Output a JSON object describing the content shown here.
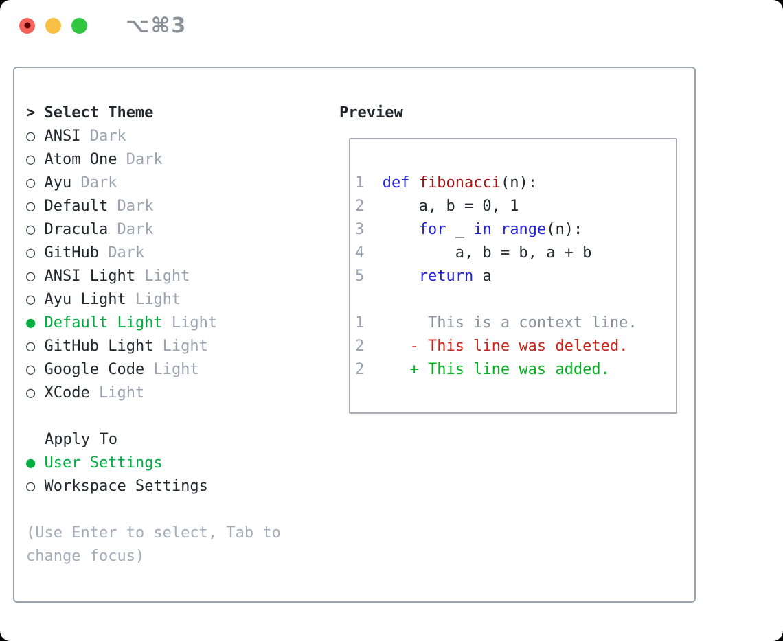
{
  "titlebar": {
    "shortcut_label": "⌥⌘3"
  },
  "colors": {
    "page_bg": "#000000",
    "window_bg": "#ffffff",
    "text_dark": "#23282e",
    "muted": "#9aa4b0",
    "help": "#a4adb8",
    "radio_gray": "#3f474f",
    "border": "#99a3ae",
    "preview_border": "#a7aeb8",
    "green": "#00ad3f",
    "keyword_blue": "#2424dd",
    "function_red": "#a31414",
    "diff_red": "#c9271a",
    "diff_green": "#02b31f",
    "line_number": "#9aa4b0",
    "context_gray": "#8a929b",
    "traffic_red": "#f4615b",
    "traffic_red_dot": "#650400",
    "traffic_yellow": "#f7bf43",
    "traffic_green": "#30c640",
    "shortcut_gray": "#8b9198"
  },
  "glyphs": {
    "header_caret": ">",
    "radio_on": "●",
    "radio_off": "○"
  },
  "theme_list": {
    "header": "Select Theme",
    "items": [
      {
        "name": "ANSI",
        "tag": "Dark",
        "selected": false
      },
      {
        "name": "Atom One",
        "tag": "Dark",
        "selected": false
      },
      {
        "name": "Ayu",
        "tag": "Dark",
        "selected": false
      },
      {
        "name": "Default",
        "tag": "Dark",
        "selected": false
      },
      {
        "name": "Dracula",
        "tag": "Dark",
        "selected": false
      },
      {
        "name": "GitHub",
        "tag": "Dark",
        "selected": false
      },
      {
        "name": "ANSI Light",
        "tag": "Light",
        "selected": false
      },
      {
        "name": "Ayu Light",
        "tag": "Light",
        "selected": false
      },
      {
        "name": "Default Light",
        "tag": "Light",
        "selected": true
      },
      {
        "name": "GitHub Light",
        "tag": "Light",
        "selected": false
      },
      {
        "name": "Google Code",
        "tag": "Light",
        "selected": false
      },
      {
        "name": "XCode",
        "tag": "Light",
        "selected": false
      }
    ]
  },
  "apply_to": {
    "header": "Apply To",
    "options": [
      {
        "label": "User Settings",
        "selected": true
      },
      {
        "label": "Workspace Settings",
        "selected": false
      }
    ]
  },
  "help": {
    "text": "(Use Enter to select, Tab to change focus)"
  },
  "preview": {
    "header": "Preview",
    "code_lines": [
      {
        "kind": "code",
        "num": "1",
        "tokens": [
          [
            "kw",
            "def"
          ],
          [
            "pl",
            " "
          ],
          [
            "fn",
            "fibonacci"
          ],
          [
            "pl",
            "(n):"
          ]
        ]
      },
      {
        "kind": "code",
        "num": "2",
        "tokens": [
          [
            "pl",
            "    a, b = 0, 1"
          ]
        ]
      },
      {
        "kind": "code",
        "num": "3",
        "tokens": [
          [
            "pl",
            "    "
          ],
          [
            "kw",
            "for"
          ],
          [
            "pl",
            " _ "
          ],
          [
            "kw",
            "in"
          ],
          [
            "pl",
            " "
          ],
          [
            "kw",
            "range"
          ],
          [
            "pl",
            "(n):"
          ]
        ]
      },
      {
        "kind": "code",
        "num": "4",
        "tokens": [
          [
            "pl",
            "        a, b = b, a + b"
          ]
        ]
      },
      {
        "kind": "code",
        "num": "5",
        "tokens": [
          [
            "pl",
            "    "
          ],
          [
            "kw",
            "return"
          ],
          [
            "pl",
            " a"
          ]
        ]
      },
      {
        "kind": "blank",
        "num": "",
        "tokens": []
      },
      {
        "kind": "context",
        "num": "1",
        "tokens": [
          [
            "ctx",
            "     This is a context line."
          ]
        ]
      },
      {
        "kind": "deleted",
        "num": "2",
        "tokens": [
          [
            "del",
            "   - This line was deleted."
          ]
        ]
      },
      {
        "kind": "added",
        "num": "2",
        "tokens": [
          [
            "add",
            "   + This line was added."
          ]
        ]
      }
    ]
  }
}
